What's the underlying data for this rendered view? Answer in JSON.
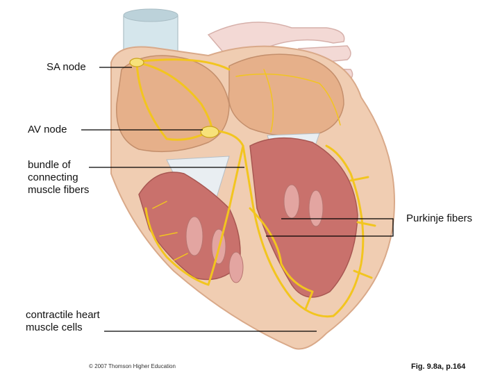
{
  "labels": {
    "sa_node": "SA node",
    "av_node": "AV node",
    "bundle": "bundle of\nconnecting\nmuscle fibers",
    "purkinje": "Purkinje fibers",
    "contractile": "contractile heart\nmuscle cells"
  },
  "footer": {
    "copyright": "© 2007 Thomson Higher Education",
    "figure_ref": "Fig. 9.8a, p.164"
  },
  "colors": {
    "outer_tissue": "#f0cdb2",
    "chamber_fill": "#e6b08a",
    "muscle": "#c9716c",
    "conduction": "#f2c51f",
    "vessel": "#d5e6ec",
    "leader_line": "#000000"
  }
}
